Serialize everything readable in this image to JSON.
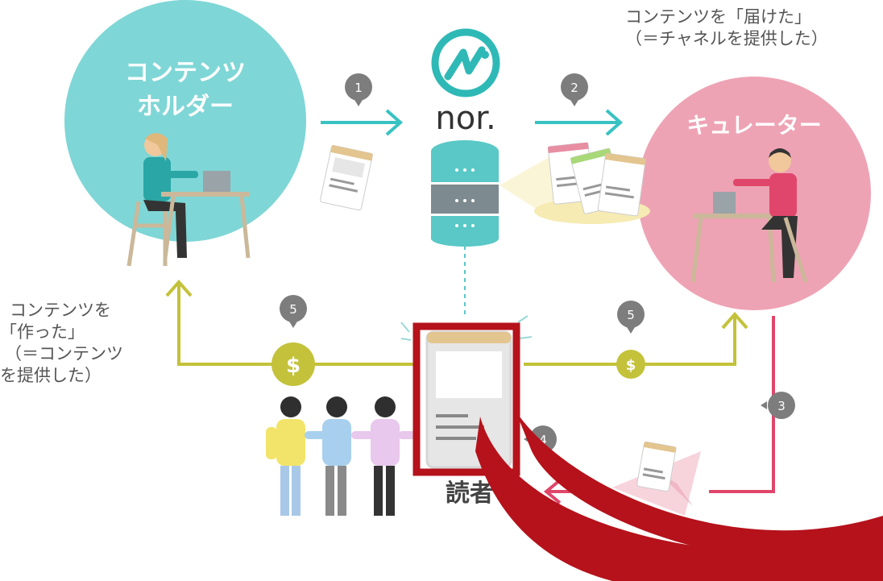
{
  "nodes": {
    "content_holder": {
      "line1": "コンテンツ",
      "line2": "ホルダー"
    },
    "curator": {
      "label": "キュレーター"
    },
    "platform": {
      "logo_text": "nor."
    },
    "readers": {
      "label": "読者"
    }
  },
  "steps": {
    "s1": "1",
    "s2": "2",
    "s3": "3",
    "s4": "4",
    "s5_left": "5",
    "s5_right": "5"
  },
  "payments": {
    "left": "$",
    "right": "$"
  },
  "captions": {
    "curator": [
      "コンテンツを「届けた」",
      "（＝チャネルを提供した）"
    ],
    "holder": [
      "コンテンツを",
      "「作った」",
      "（＝コンテンツ",
      "を提供した）"
    ]
  },
  "colors": {
    "teal": "#7fd6d6",
    "pink": "#eea3b4",
    "arrow_teal": "#38c2c2",
    "yellow_green": "#c3c23a",
    "crimson": "#e0466b",
    "pin_gray": "#7d7d7d",
    "highlight_red": "#b5121b"
  },
  "icons": [
    "nor-logo-icon",
    "database-icon",
    "dollar-coin-icon",
    "paper-plane-icon",
    "content-card-icon",
    "smartphone-icon"
  ]
}
